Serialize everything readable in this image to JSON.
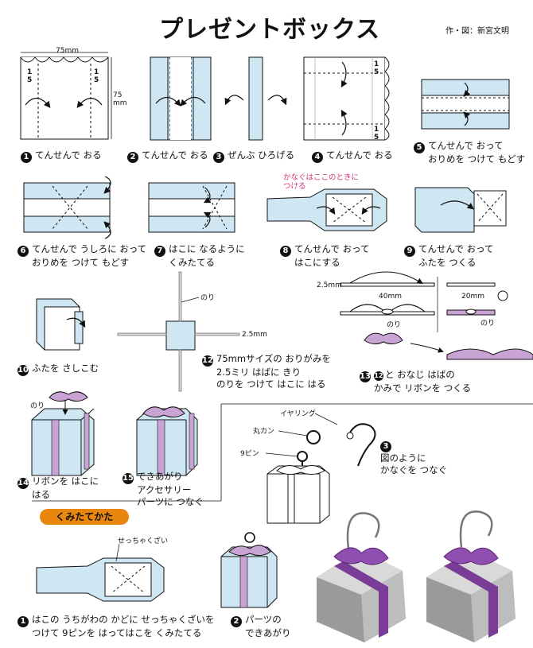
{
  "title": "プレゼントボックス",
  "credit": "作・図：新宮文明",
  "steps": {
    "s1": {
      "num": "1",
      "text": "てんせんで おる"
    },
    "s2": {
      "num": "2",
      "text": "てんせんで おる"
    },
    "s3": {
      "num": "3",
      "text": "ぜんぶ ひろげる"
    },
    "s4": {
      "num": "4",
      "text": "てんせんで おる"
    },
    "s5": {
      "num": "5",
      "line1": "てんせんで おって",
      "line2": "おりめを つけて もどす"
    },
    "s6": {
      "num": "6",
      "line1": "てんせんで うしろに おって",
      "line2": "おりめを つけて もどす"
    },
    "s7": {
      "num": "7",
      "line1": "はこに なるように",
      "line2": "くみたてる"
    },
    "s8": {
      "num": "8",
      "line1": "てんせんで おって",
      "line2": "はこにする"
    },
    "s9": {
      "num": "9",
      "line1": "てんせんで おって",
      "line2": "ふたを つくる"
    },
    "s10": {
      "num": "10",
      "text": "ふたを さしこむ"
    },
    "s11": {
      "num": "12",
      "line1": "75mmサイズの おりがみを",
      "line2": "2.5ミリ はばに きり",
      "line3": "のりを つけて はこに はる"
    },
    "s12": {
      "num": "13",
      "sub": "12",
      "line1": "と おなじ はばの",
      "line2": "かみで リボンを つくる"
    },
    "s14": {
      "num": "14",
      "line1": "リボンを はこに",
      "line2": "はる"
    },
    "s15": {
      "num": "15",
      "line1": "できあがり",
      "line2": "アクセサリー",
      "line3": "パーツに つなぐ"
    },
    "s3b": {
      "num": "3",
      "line1": "図のように",
      "line2": "かなぐを つなぐ"
    },
    "a1": {
      "num": "1",
      "line1": "はこの うちがわの かどに せっちゃくざいを",
      "line2": "つけて 9ピンを はってはこを くみたてる"
    },
    "a2": {
      "num": "2",
      "line1": "パーツの",
      "line2": "できあがり"
    }
  },
  "labels": {
    "dim75w": "75mm",
    "dim75h": "75\nmm",
    "fifth": "1",
    "fifth_den": "5",
    "pink_note1": "かなぐはここのときに",
    "pink_note2": "つける",
    "nori": "のり",
    "dim25": "2.5mm",
    "dim40": "40mm",
    "dim20": "20mm",
    "earring": "イヤリング",
    "marukan": "丸カン",
    "ninepin": "9ピン",
    "adhesive": "せっちゃくざい"
  },
  "section_banner": "くみたてかた",
  "colors": {
    "blue": "#cfe6f3",
    "purple": "#c9a3d3",
    "ribbon_dark": "#9b5fb1",
    "orange": "#e8860e",
    "pink": "#d8327d"
  }
}
